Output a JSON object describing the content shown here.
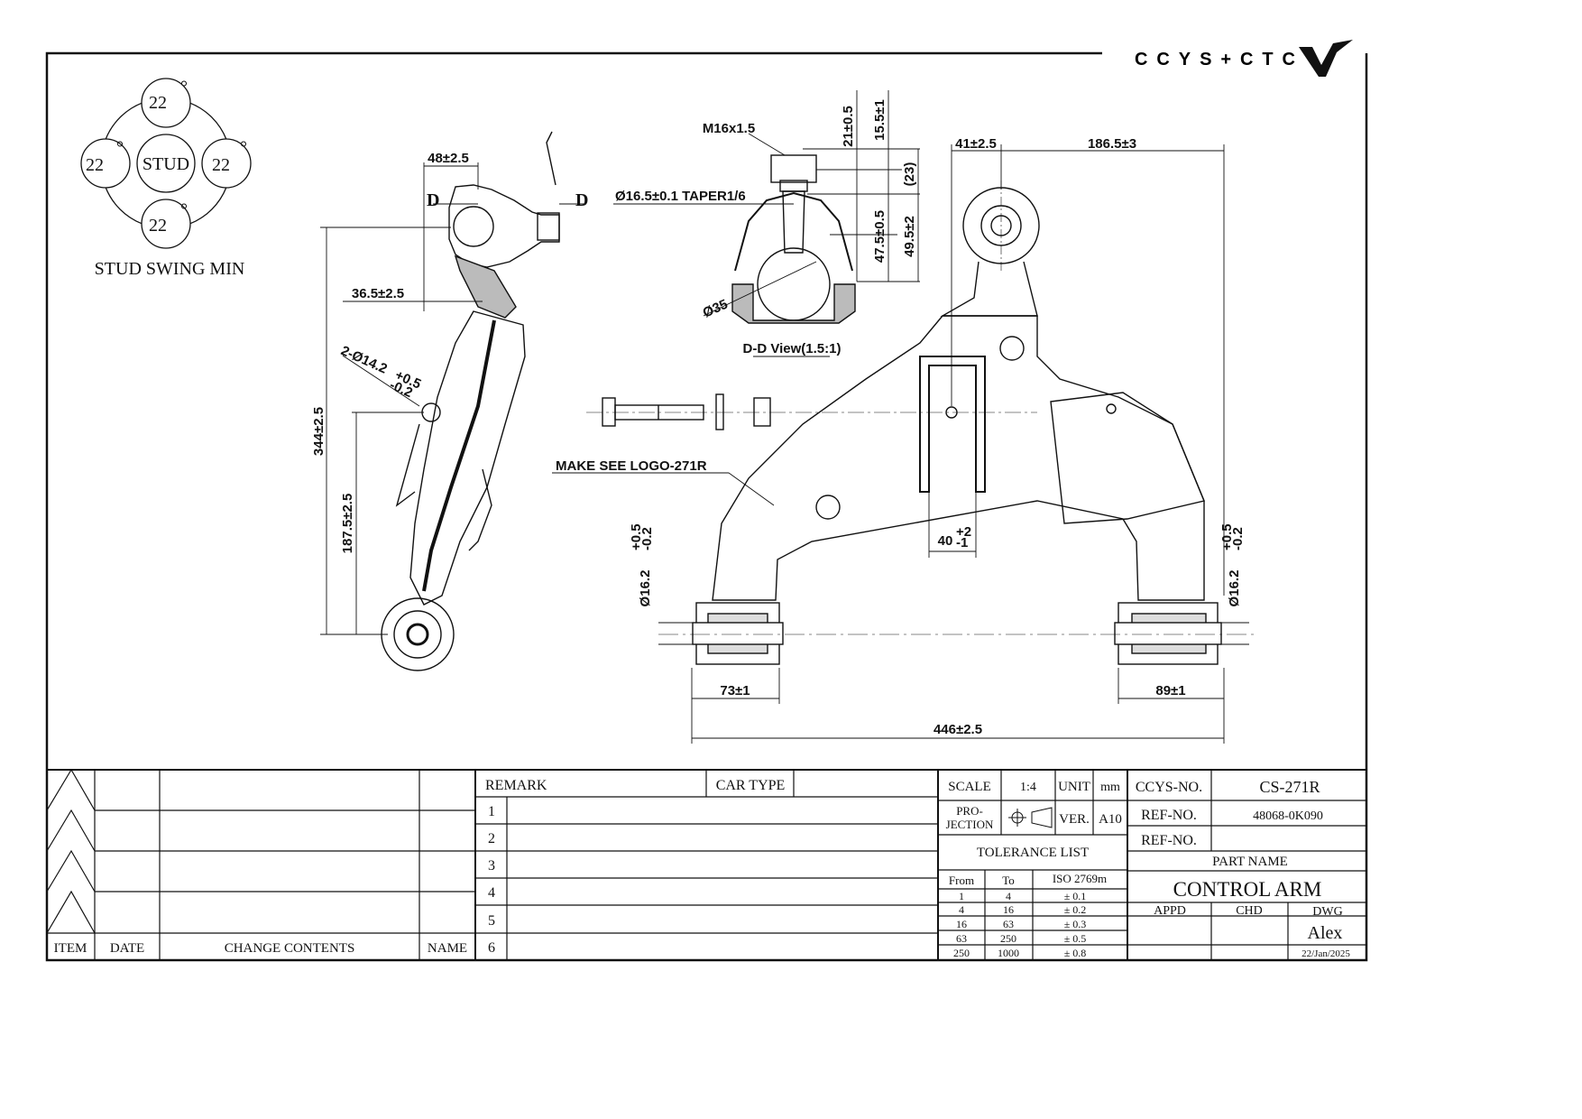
{
  "logo": {
    "text": "CCYS+CTC"
  },
  "stud_swing": {
    "center_label": "STUD",
    "angles": [
      "22",
      "22",
      "22",
      "22"
    ],
    "degree_mark": "°",
    "caption": "STUD SWING MIN"
  },
  "section_labels": {
    "cut_left": "D",
    "cut_right": "D"
  },
  "dimensions": {
    "side_top_width": "48±2.5",
    "side_offset": "36.5±2.5",
    "side_holes": "2-Ø14.2",
    "side_holes_tol_upper": "+0.5",
    "side_holes_tol_lower": "-0.2",
    "side_total_height": "344±2.5",
    "side_lower_height": "187.5±2.5",
    "thread": "M16x1.5",
    "taper": "Ø16.5±0.1 TAPER1/6",
    "ball_dia": "Ø35",
    "stud_21": "21±0.5",
    "stud_15_5": "15.5±1",
    "stud_23": "(23)",
    "stud_47_5": "47.5±0.5",
    "stud_49_5": "49.5±2",
    "section_view": "D-D View(1.5:1)",
    "marking": "MAKE SEE LOGO-271R",
    "top_41": "41±2.5",
    "top_186": "186.5±3",
    "slot_40": "40",
    "slot_40_upper": "+2",
    "slot_40_lower": "-1",
    "bush_dia_left": "Ø16.2",
    "bush_dia_right": "Ø16.2",
    "bush_tol_upper": "+0.5",
    "bush_tol_lower": "-0.2",
    "bush_left_len": "73±1",
    "bush_right_len": "89±1",
    "overall_len": "446±2.5"
  },
  "revision_table": {
    "headers": {
      "item": "ITEM",
      "date": "DATE",
      "contents": "CHANGE CONTENTS",
      "name": "NAME"
    }
  },
  "remarks": {
    "remark_label": "REMARK",
    "car_type_label": "CAR TYPE",
    "rows": [
      "1",
      "2",
      "3",
      "4",
      "5",
      "6"
    ]
  },
  "title_block": {
    "scale_label": "SCALE",
    "scale": "1:4",
    "unit_label": "UNIT",
    "unit": "mm",
    "projection_label_1": "PRO-",
    "projection_label_2": "JECTION",
    "version_label": "VER.",
    "version": "A10",
    "tolerance_title": "TOLERANCE LIST",
    "tolerance_headers": {
      "from": "From",
      "to": "To",
      "std": "ISO 2769m"
    },
    "tolerances": [
      {
        "from": "1",
        "to": "4",
        "tol": "± 0.1"
      },
      {
        "from": "4",
        "to": "16",
        "tol": "± 0.2"
      },
      {
        "from": "16",
        "to": "63",
        "tol": "± 0.3"
      },
      {
        "from": "63",
        "to": "250",
        "tol": "± 0.5"
      },
      {
        "from": "250",
        "to": "1000",
        "tol": "± 0.8"
      }
    ],
    "ccys_no_label": "CCYS-NO.",
    "ccys_no": "CS-271R",
    "ref_no_label": "REF-NO.",
    "ref_no": "48068-0K090",
    "ref_no2_label": "REF-NO.",
    "ref_no2": "",
    "part_name_label": "PART NAME",
    "part_name": "CONTROL ARM",
    "appd_label": "APPD",
    "chd_label": "CHD",
    "dwg_label": "DWG",
    "drawn_by": "Alex",
    "date": "22/Jan/2025"
  }
}
